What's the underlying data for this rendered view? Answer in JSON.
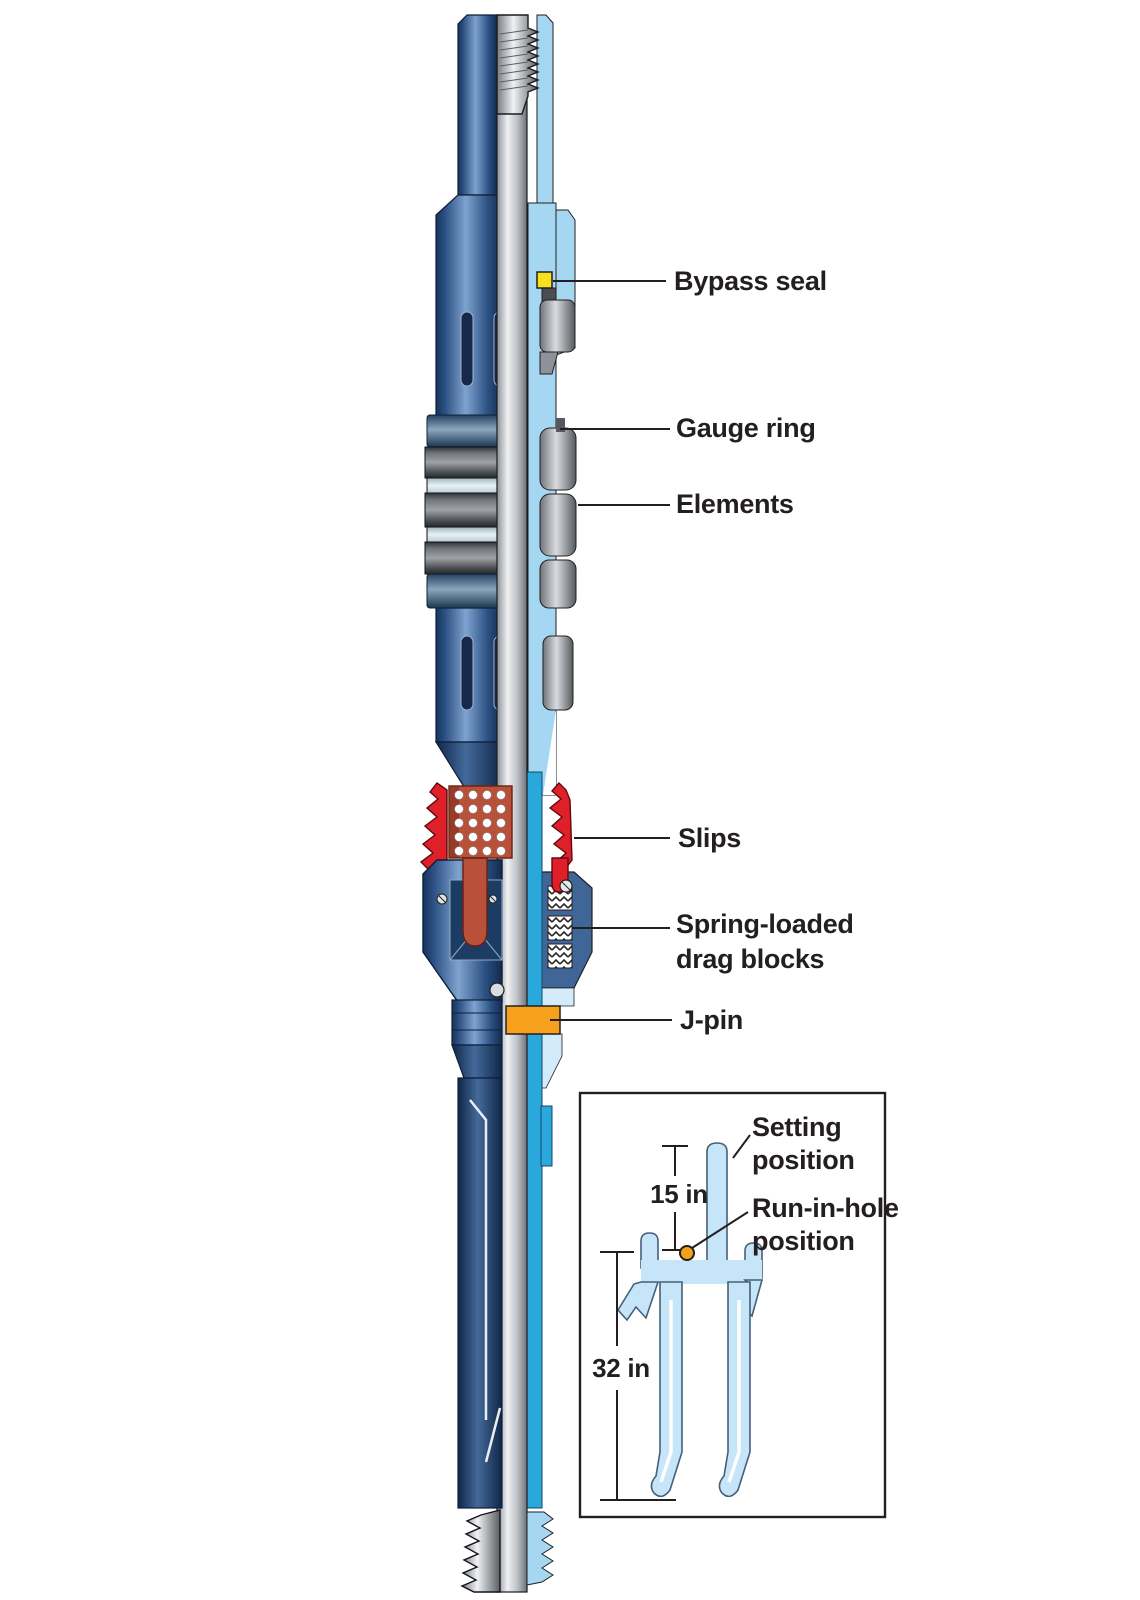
{
  "diagram": {
    "labels": {
      "bypass_seal": "Bypass seal",
      "gauge_ring": "Gauge ring",
      "elements": "Elements",
      "slips": "Slips",
      "drag_blocks_line1": "Spring-loaded",
      "drag_blocks_line2": "drag blocks",
      "j_pin": "J-pin"
    },
    "inset": {
      "setting_line1": "Setting",
      "setting_line2": "position",
      "run_line1": "Run-in-hole",
      "run_line2": "position",
      "dim_upper": "15 in",
      "dim_lower": "32 in"
    },
    "colors": {
      "ink": "#231f20",
      "cutaway": "#a6d7f2",
      "cutaway_pale": "#d3ebfa",
      "tube_cyan": "#2aa7db",
      "slip_red": "#e02029",
      "slip_brown": "#b9513a",
      "j_pin_orange": "#f6a01b",
      "seal_yellow": "#f8e11c",
      "slot_fill": "#c6e5f8",
      "housing_blue": "#3f6697"
    }
  }
}
